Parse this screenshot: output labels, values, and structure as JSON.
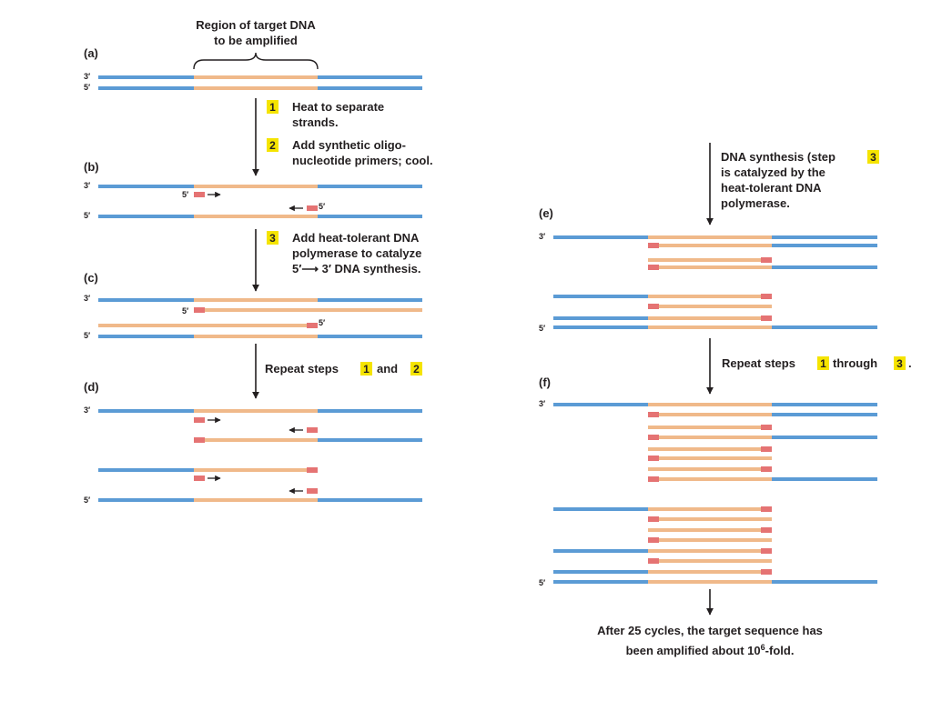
{
  "header": {
    "region_line1": "Region of target DNA",
    "region_line2": "to be amplified"
  },
  "panels": {
    "a": "(a)",
    "b": "(b)",
    "c": "(c)",
    "d": "(d)",
    "e": "(e)",
    "f": "(f)"
  },
  "ends": {
    "three_prime": "3′",
    "five_prime": "5′"
  },
  "steps": {
    "s1": {
      "num": "1",
      "line1": "Heat to separate",
      "line2": "strands."
    },
    "s2": {
      "num": "2",
      "line1": "Add synthetic oligo-",
      "line2": "nucleotide primers; cool."
    },
    "s3": {
      "num": "3",
      "line1": "Add heat-tolerant DNA",
      "line2": "polymerase to catalyze",
      "line3": "5′⟶ 3′ DNA synthesis."
    }
  },
  "repeat_d": {
    "prefix": "Repeat steps",
    "n1": "1",
    "mid": "and",
    "n2": "2"
  },
  "synthesis_e": {
    "line1": "DNA synthesis (step",
    "num": "3",
    "line2": "is catalyzed by the",
    "line3": "heat-tolerant DNA",
    "line4": "polymerase."
  },
  "repeat_f": {
    "prefix": "Repeat steps",
    "n1": "1",
    "mid": "through",
    "n2": "3",
    "suffix": "."
  },
  "result": {
    "line1": "After 25 cycles, the target sequence has",
    "line2_prefix": "been amplified about 10",
    "line2_sup": "6",
    "line2_suffix": "-fold."
  },
  "colors": {
    "template_strand": "#5b9bd5",
    "target_strand": "#f0b98a",
    "primer": "#e57373",
    "step_highlight": "#f5e400",
    "text": "#231f20"
  }
}
